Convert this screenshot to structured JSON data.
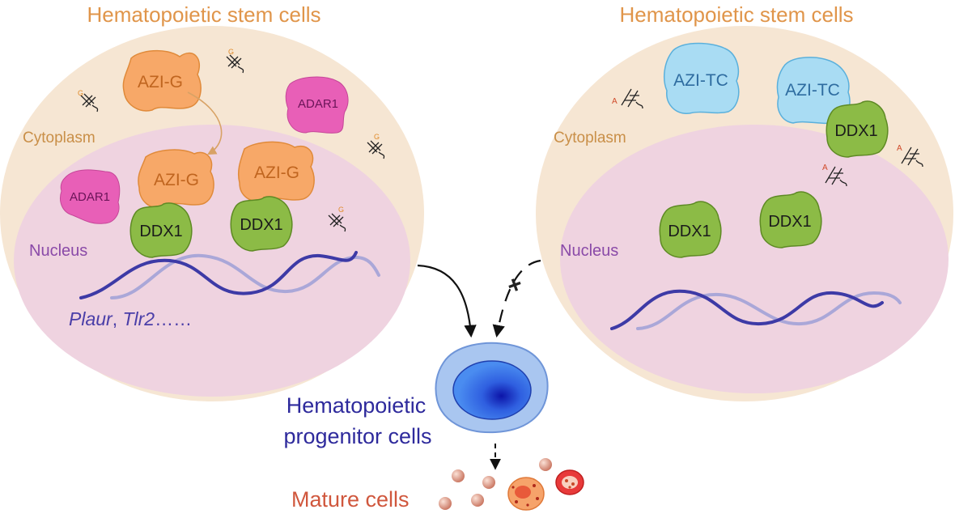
{
  "left_panel": {
    "title": "Hematopoietic stem cells",
    "cytoplasm_label": "Cytoplasm",
    "nucleus_label": "Nucleus",
    "azi_g_label": "AZI-G",
    "adar1_label": "ADAR1",
    "ddx1_label": "DDX1",
    "rna_mark": "G",
    "genes_italic_1": "Plaur",
    "genes_sep": ", ",
    "genes_italic_2": "Tlr2",
    "genes_ellipsis": "……"
  },
  "right_panel": {
    "title": "Hematopoietic stem cells",
    "cytoplasm_label": "Cytoplasm",
    "nucleus_label": "Nucleus",
    "azi_tc_label": "AZI-TC",
    "ddx1_label": "DDX1",
    "rna_mark": "A"
  },
  "progenitor": {
    "line1": "Hematopoietic",
    "line2": "progenitor cells"
  },
  "mature": {
    "label": "Mature cells"
  },
  "blocked_mark": "+",
  "colors": {
    "cytoplasm": "#f6e6d3",
    "nucleus": "#efd3e0",
    "azi_g": "#f7a868",
    "azi_tc": "#a9dcf3",
    "ddx1": "#8cbb46",
    "adar1": "#e85fb7",
    "dna_strand_dark": "#3d3aa6",
    "dna_strand_light": "#aaa7d8",
    "progenitor_outer": "#a9c6f0",
    "progenitor_nucleus": "#2f6ee2",
    "mature_label": "#d0573d"
  }
}
